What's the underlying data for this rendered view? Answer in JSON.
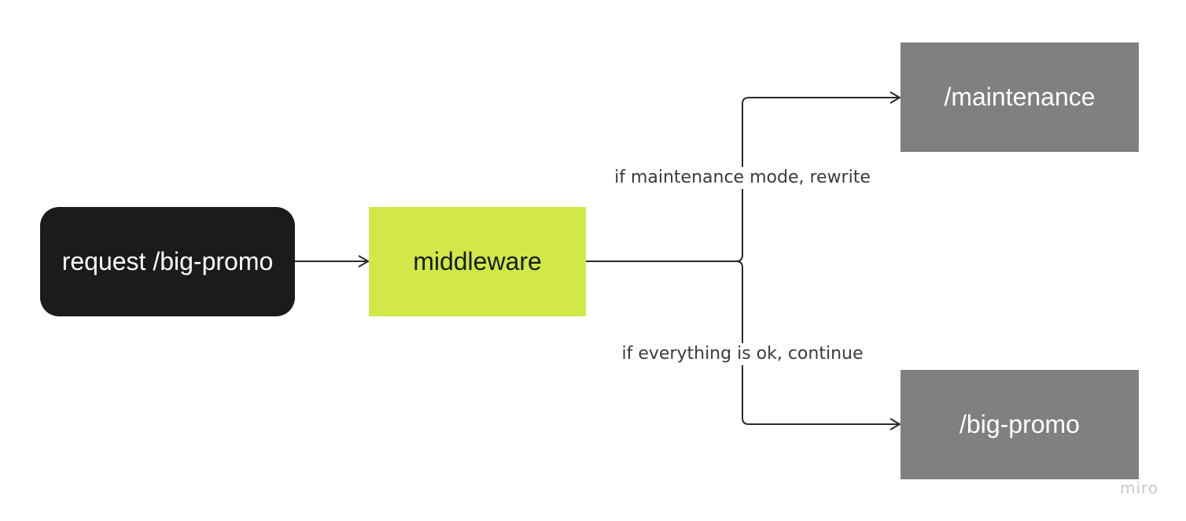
{
  "nodes": {
    "request": {
      "label": "request /big-promo",
      "color": "#1b1b1b"
    },
    "middleware": {
      "label": "middleware",
      "color": "#d1e847"
    },
    "maintenance": {
      "label": "/maintenance",
      "color": "#808080"
    },
    "big_promo": {
      "label": "/big-promo",
      "color": "#808080"
    }
  },
  "edges": {
    "rewrite_label": "if maintenance mode, rewrite",
    "continue_label": "if everything is ok, continue"
  },
  "watermark": "miro"
}
